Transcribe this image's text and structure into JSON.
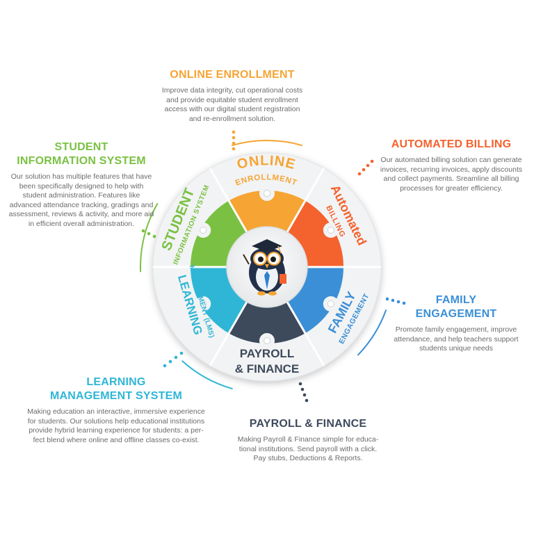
{
  "colors": {
    "enrollment": "#f6a433",
    "billing": "#f4622d",
    "family": "#3b8fd6",
    "payroll": "#3d4a5c",
    "learning": "#2fb6d6",
    "student": "#7ac143"
  },
  "blocks": {
    "enrollment": {
      "title": "ONLINE ENROLLMENT",
      "desc": "Improve data integrity, cut operational costs and provide equitable student enrollment access with our digital student registration and re-enrollment solution."
    },
    "billing": {
      "title": "AUTOMATED BILLING",
      "desc": "Our automated billing solution can generate invoices, recurring invoices, apply discounts and collect payments. Sreamline all billing processes for greater efficiency."
    },
    "student": {
      "title1": "STUDENT",
      "title2": "INFORMATION SYSTEM",
      "desc": "Our solution has multiple features that have been specifically designed to help with student administration. Features like advanced attendance tracking, gradings and assessment, reviews & activity, and more aid in efficient overall administration."
    },
    "family": {
      "title1": "FAMILY",
      "title2": "ENGAGEMENT",
      "desc": "Promote family engagement, improve attendance, and help teachers support students unique needs"
    },
    "learning": {
      "title1": "LEARNING",
      "title2": "MANAGEMENT SYSTEM",
      "desc": "Making education an interactive, immersive experience for students. Our solutions help educational institutions provide hybrid learning experience for students: a per-fect blend where online and offline classes co-exist."
    },
    "payroll": {
      "title": "PAYROLL & FINANCE",
      "desc": "Making Payroll & Finance simple for educa-tional institutions. Send payroll with a click. Pay stubs, Deductions & Reports."
    }
  },
  "wheel": {
    "online": "ONLINE",
    "enrollment": "ENROLLMENT",
    "automated": "Automated",
    "billing": "BILLING",
    "family": "FAMILY",
    "engagement": "ENGAGEMENT",
    "payroll": "PAYROLL",
    "finance": "& FINANCE",
    "learning": "LEARNING",
    "lms": "MANAGEMENT (LMS)",
    "student": "STUDENT",
    "sis": "INFORMATION SYSTEM"
  }
}
